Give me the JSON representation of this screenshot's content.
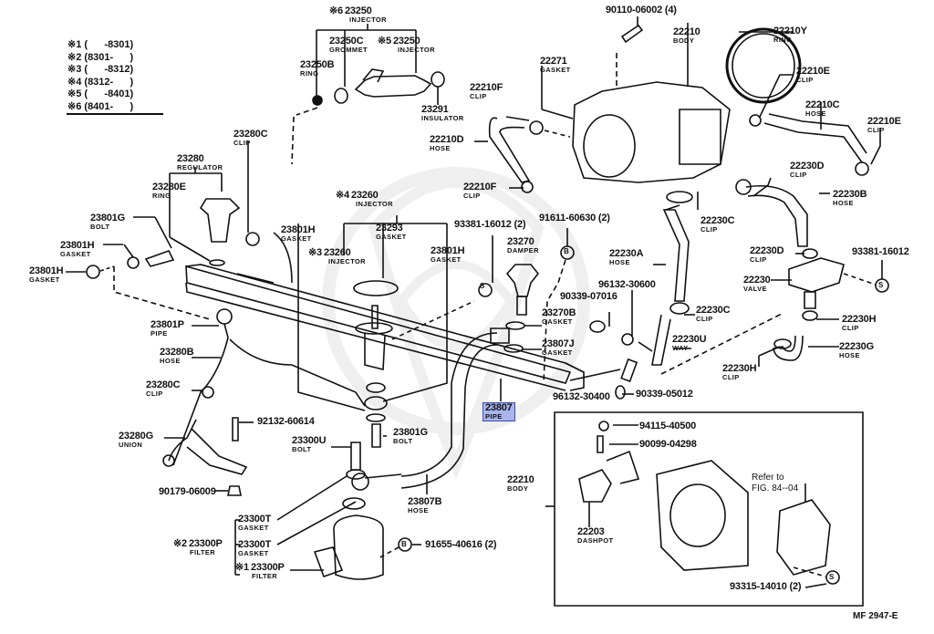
{
  "legend": [
    {
      "mark": "※1",
      "range": "(      -8301)"
    },
    {
      "mark": "※2",
      "range": "(8301-      )"
    },
    {
      "mark": "※3",
      "range": "(      -8312)"
    },
    {
      "mark": "※4",
      "range": "(8312-      )"
    },
    {
      "mark": "※5",
      "range": "(      -8401)"
    },
    {
      "mark": "※6",
      "range": "(8401-      )"
    }
  ],
  "highlighted_part": "23807",
  "figure_id": "MF 2947-E",
  "refer_note": {
    "line1": "Refer to",
    "line2": "FIG. 84--04"
  },
  "parts": {
    "p23250_6": {
      "mark": "※6",
      "num": "23250",
      "name": "INJECTOR"
    },
    "p23250c": {
      "num": "23250C",
      "name": "GROMMET"
    },
    "p23250_5": {
      "mark": "※5",
      "num": "23250",
      "name": "INJECTOR"
    },
    "p23250b": {
      "num": "23250B",
      "name": "RING"
    },
    "p23291": {
      "num": "23291",
      "name": "INSULATOR"
    },
    "p90110": {
      "num": "90110-06002 (4)",
      "name": ""
    },
    "p22210_top": {
      "num": "22210",
      "name": "BODY"
    },
    "p22210y": {
      "num": "22210Y",
      "name": "RING"
    },
    "p22271": {
      "num": "22271",
      "name": "GASKET"
    },
    "p22210e_1": {
      "num": "22210E",
      "name": "CLIP"
    },
    "p22210c": {
      "num": "22210C",
      "name": "HOSE"
    },
    "p22210e_2": {
      "num": "22210E",
      "name": "CLIP"
    },
    "p22210f_1": {
      "num": "22210F",
      "name": "CLIP"
    },
    "p22210d": {
      "num": "22210D",
      "name": "HOSE"
    },
    "p22210f_2": {
      "num": "22210F",
      "name": "CLIP"
    },
    "p23280c_1": {
      "num": "23280C",
      "name": "CLIP"
    },
    "p23280": {
      "num": "23280",
      "name": "REGULATOR"
    },
    "p23280e": {
      "num": "23280E",
      "name": "RING"
    },
    "p23801g_1": {
      "num": "23801G",
      "name": "BOLT"
    },
    "p23801h_1": {
      "num": "23801H",
      "name": "GASKET"
    },
    "p23801h_2": {
      "num": "23801H",
      "name": "GASKET"
    },
    "p23260_4": {
      "mark": "※4",
      "num": "23260",
      "name": "INJECTOR"
    },
    "p23801h_3": {
      "num": "23801H",
      "name": "GASKET"
    },
    "p23293": {
      "num": "23293",
      "name": "GASKET"
    },
    "p23260_3": {
      "mark": "※3",
      "num": "23260",
      "name": "INJECTOR"
    },
    "p23801h_4": {
      "num": "23801H",
      "name": "GASKET"
    },
    "p93381_1": {
      "num": "93381-16012 (2)",
      "name": ""
    },
    "p91611": {
      "num": "91611-60630 (2)",
      "name": ""
    },
    "p23270": {
      "num": "23270",
      "name": "DAMPER"
    },
    "p22230d_1": {
      "num": "22230D",
      "name": "CLIP"
    },
    "p22230b": {
      "num": "22230B",
      "name": "HOSE"
    },
    "p22230c_1": {
      "num": "22230C",
      "name": "CLIP"
    },
    "p22230a": {
      "num": "22230A",
      "name": "HOSE"
    },
    "p22230d_2": {
      "num": "22230D",
      "name": "CLIP"
    },
    "p93381_2": {
      "num": "93381-16012",
      "name": ""
    },
    "p22230": {
      "num": "22230",
      "name": "VALVE"
    },
    "p96132_30600": {
      "num": "96132-30600",
      "name": ""
    },
    "p90339_07016": {
      "num": "90339-07016",
      "name": ""
    },
    "p22230c_2": {
      "num": "22230C",
      "name": "CLIP"
    },
    "p22230h_1": {
      "num": "22230H",
      "name": "CLIP"
    },
    "p22230u": {
      "num": "22230U",
      "name": "WAY"
    },
    "p22230g": {
      "num": "22230G",
      "name": "HOSE"
    },
    "p22230h_2": {
      "num": "22230H",
      "name": "CLIP"
    },
    "p23270b": {
      "num": "23270B",
      "name": "GASKET"
    },
    "p23807j": {
      "num": "23807J",
      "name": "GASKET"
    },
    "p96132_30400": {
      "num": "96132-30400",
      "name": ""
    },
    "p90339_05012": {
      "num": "90339-05012",
      "name": ""
    },
    "p23801p": {
      "num": "23801P",
      "name": "PIPE"
    },
    "p23280b": {
      "num": "23280B",
      "name": "HOSE"
    },
    "p23280c_2": {
      "num": "23280C",
      "name": "CLIP"
    },
    "p23807": {
      "num": "23807",
      "name": "PIPE"
    },
    "p23280g": {
      "num": "23280G",
      "name": "UNION"
    },
    "p92132": {
      "num": "92132-60614",
      "name": ""
    },
    "p23801g_2": {
      "num": "23801G",
      "name": "BOLT"
    },
    "p23300u": {
      "num": "23300U",
      "name": "BOLT"
    },
    "p90179": {
      "num": "90179-06009",
      "name": ""
    },
    "p23807b": {
      "num": "23807B",
      "name": "HOSE"
    },
    "p23300t_1": {
      "num": "23300T",
      "name": "GASKET"
    },
    "p23300p_2": {
      "mark": "※2",
      "num": "23300P",
      "name": "FILTER"
    },
    "p23300t_2": {
      "num": "23300T",
      "name": "GASKET"
    },
    "p23300p_1": {
      "mark": "※1",
      "num": "23300P",
      "name": "FILTER"
    },
    "p91655": {
      "num": "91655-40616 (2)",
      "name": ""
    },
    "p94115": {
      "num": "94115-40500",
      "name": ""
    },
    "p90099": {
      "num": "90099-04298",
      "name": ""
    },
    "p22210_bot": {
      "num": "22210",
      "name": "BODY"
    },
    "p22203": {
      "num": "22203",
      "name": "DASHPOT"
    },
    "p93315": {
      "num": "93315-14010 (2)",
      "name": ""
    }
  }
}
